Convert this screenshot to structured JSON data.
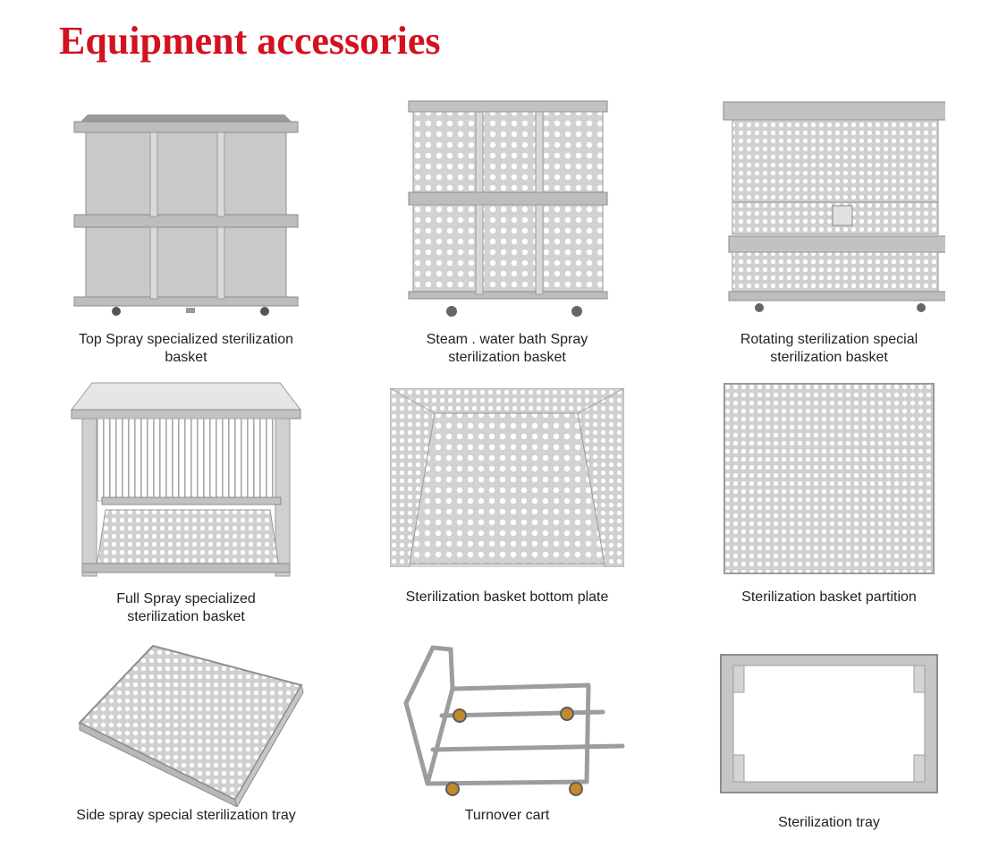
{
  "title": "Equipment accessories",
  "colors": {
    "title": "#d3121f",
    "metal": "#c9c9c9",
    "metal_dark": "#8f8f8f"
  },
  "items": [
    {
      "label": "Top Spray specialized sterilization\nbasket",
      "icon": "solid-basket-icon"
    },
    {
      "label": "Steam . water bath Spray\nsterilization basket",
      "icon": "perforated-basket-icon"
    },
    {
      "label": "Rotating sterilization special\nsterilization basket",
      "icon": "rotating-basket-icon"
    },
    {
      "label": "Full Spray specialized\nsterilization basket",
      "icon": "wire-basket-icon"
    },
    {
      "label": "Sterilization basket bottom plate",
      "icon": "bottom-plate-icon"
    },
    {
      "label": "Sterilization basket partition",
      "icon": "partition-plate-icon"
    },
    {
      "label": "Side spray special sterilization tray",
      "icon": "tray-icon"
    },
    {
      "label": "Turnover cart",
      "icon": "cart-icon"
    },
    {
      "label": "Sterilization tray",
      "icon": "frame-tray-icon"
    }
  ]
}
